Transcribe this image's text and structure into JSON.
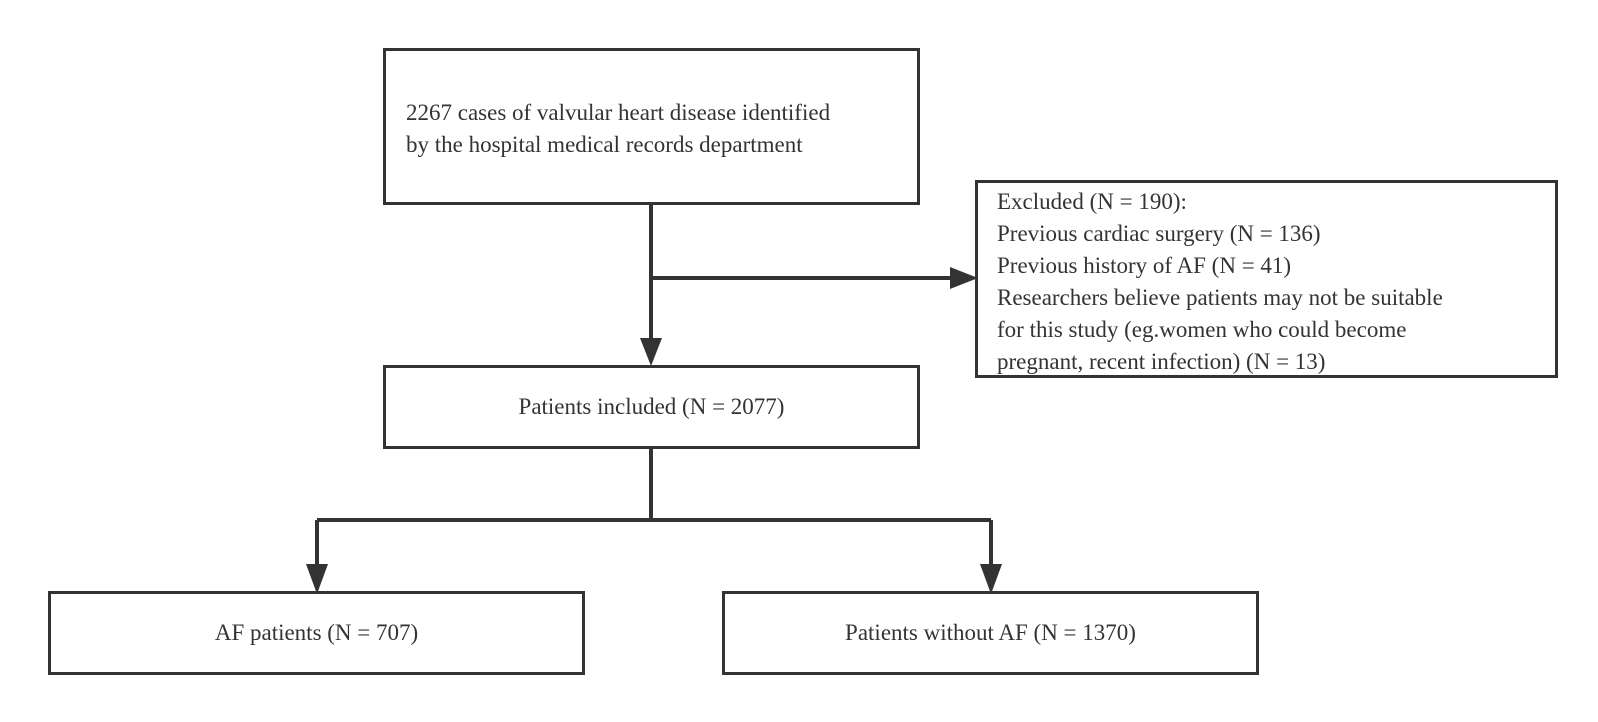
{
  "top_box": {
    "lines": [
      "2267 cases of valvular heart disease identified",
      "by the hospital medical records department"
    ]
  },
  "excluded_box": {
    "lines": [
      "Excluded (N = 190):",
      "Previous cardiac surgery (N = 136)",
      "Previous history of AF (N = 41)",
      "Researchers believe patients may not be suitable",
      "for this study (eg.women who could become",
      "pregnant, recent infection) (N = 13)"
    ]
  },
  "included_box": {
    "label": "Patients included (N = 2077)"
  },
  "af_box": {
    "label": "AF patients (N = 707)"
  },
  "no_af_box": {
    "label": "Patients without AF (N = 1370)"
  },
  "colors": {
    "stroke": "#333333",
    "text": "#333333",
    "background": "#ffffff"
  }
}
